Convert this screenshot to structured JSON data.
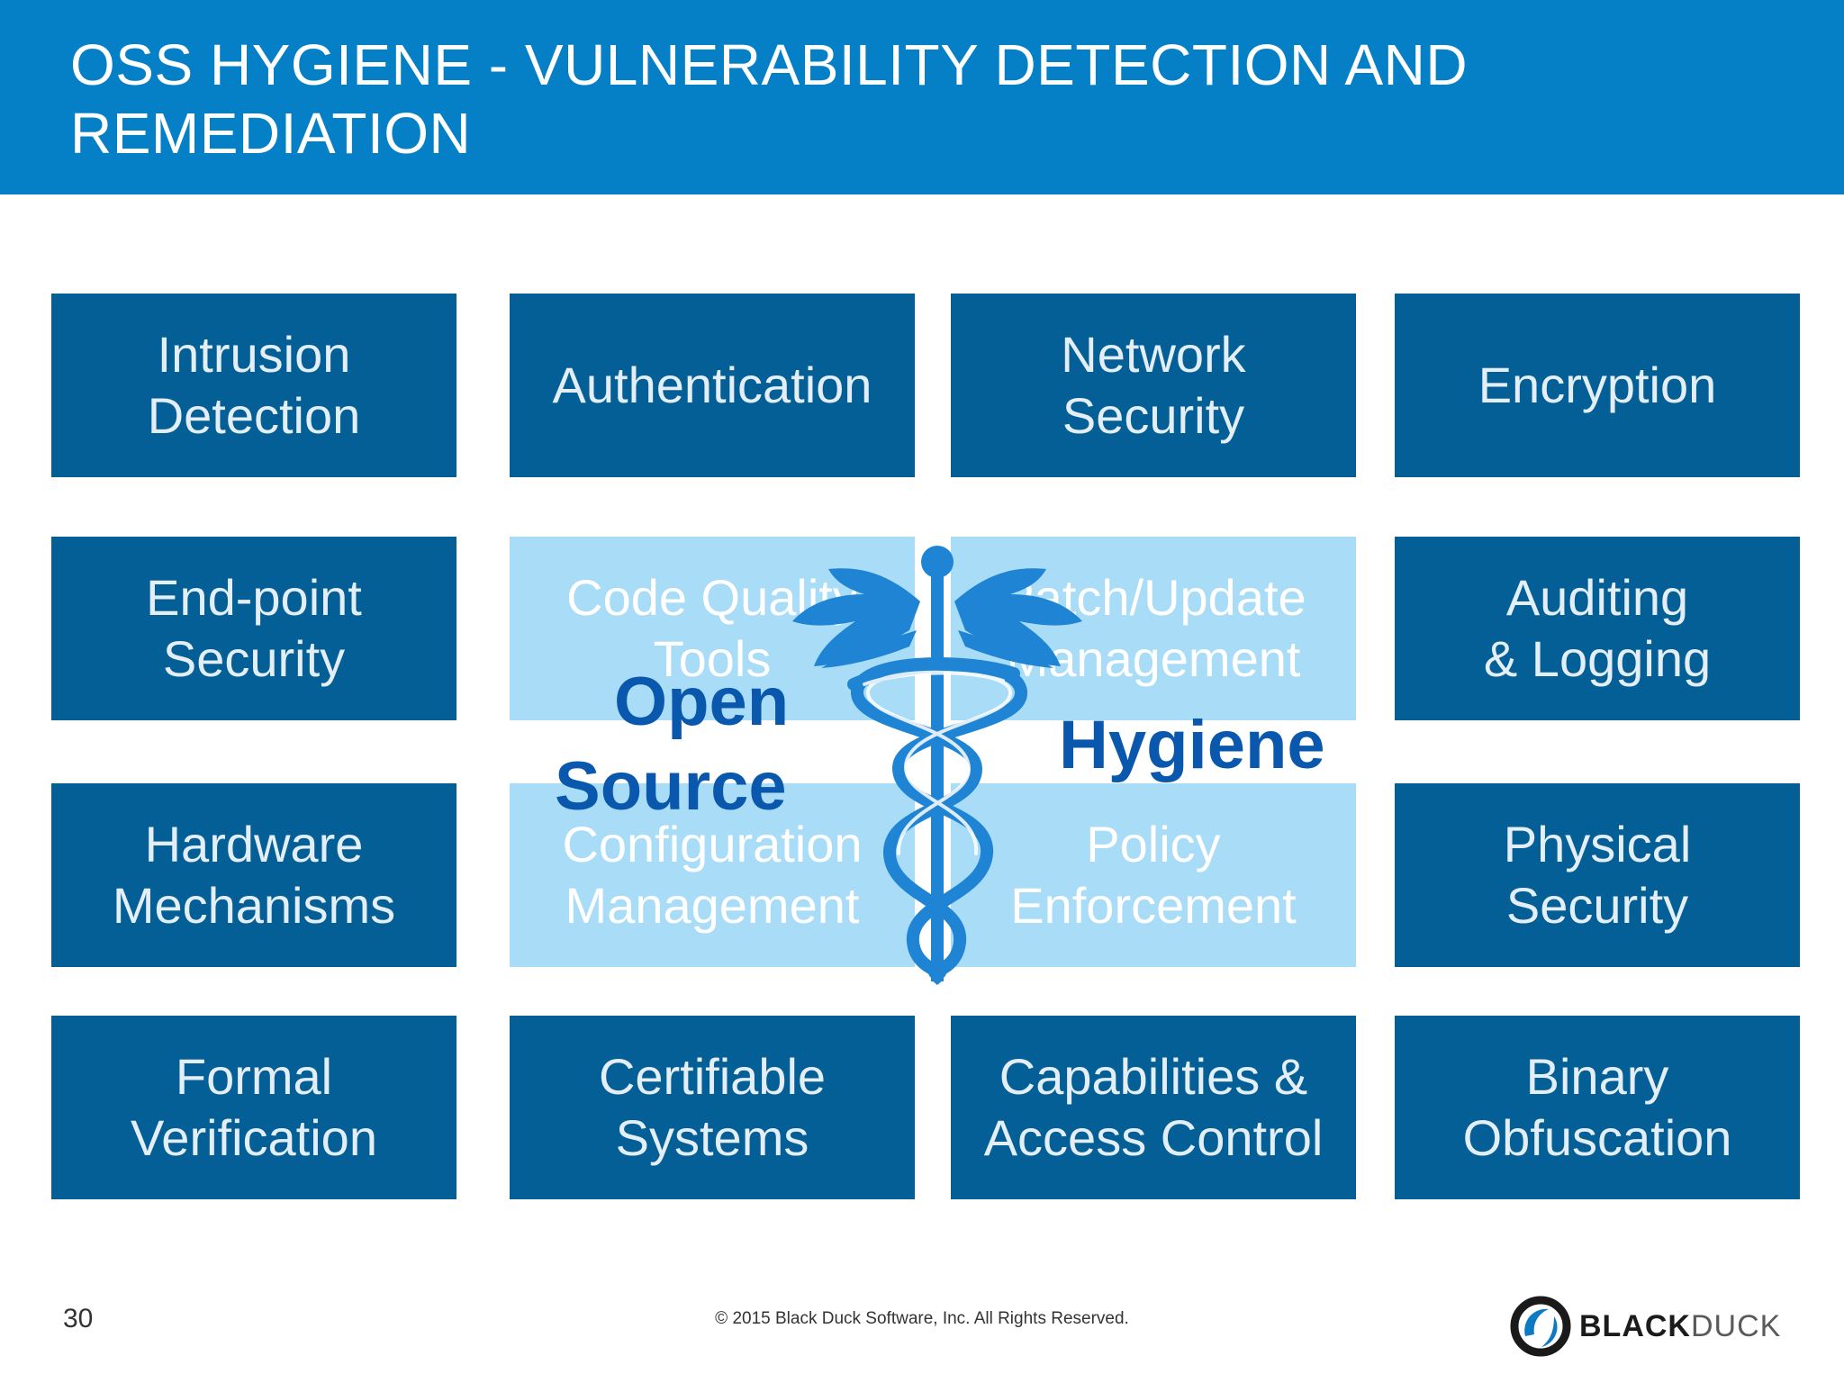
{
  "slide": {
    "title": "OSS HYGIENE - VULNERABILITY DETECTION AND\nREMEDIATION",
    "page_number": "30",
    "copyright": "© 2015 Black Duck Software, Inc.  All Rights Reserved.",
    "logo": {
      "part1": "BLACK",
      "part2": "DUCK"
    }
  },
  "tiles": [
    {
      "label": "Intrusion\nDetection",
      "style": "dark"
    },
    {
      "label": "Authentication",
      "style": "dark"
    },
    {
      "label": "Network\nSecurity",
      "style": "dark"
    },
    {
      "label": "Encryption",
      "style": "dark"
    },
    {
      "label": "End-point\nSecurity",
      "style": "dark"
    },
    {
      "label": "Code Quality\nTools",
      "style": "light"
    },
    {
      "label": "Patch/Update\nManagement",
      "style": "light"
    },
    {
      "label": "Auditing\n& Logging",
      "style": "dark"
    },
    {
      "label": "Hardware\nMechanisms",
      "style": "dark"
    },
    {
      "label": "Configuration\nManagement",
      "style": "light"
    },
    {
      "label": "Policy\nEnforcement",
      "style": "light"
    },
    {
      "label": "Physical\nSecurity",
      "style": "dark"
    },
    {
      "label": "Formal\nVerification",
      "style": "dark"
    },
    {
      "label": "Certifiable\nSystems",
      "style": "dark"
    },
    {
      "label": "Capabilities &\nAccess Control",
      "style": "dark"
    },
    {
      "label": "Binary\nObfuscation",
      "style": "dark"
    }
  ],
  "overlay": {
    "word1": "Open",
    "word2": "Source",
    "word3": "Hygiene",
    "symbol": "caduceus-icon"
  },
  "colors": {
    "header": "#0580c6",
    "tile_dark": "#035f95",
    "tile_light": "#a8dcf7",
    "overlay_text": "#0a58ad",
    "caduceus": "#1f84d4"
  }
}
